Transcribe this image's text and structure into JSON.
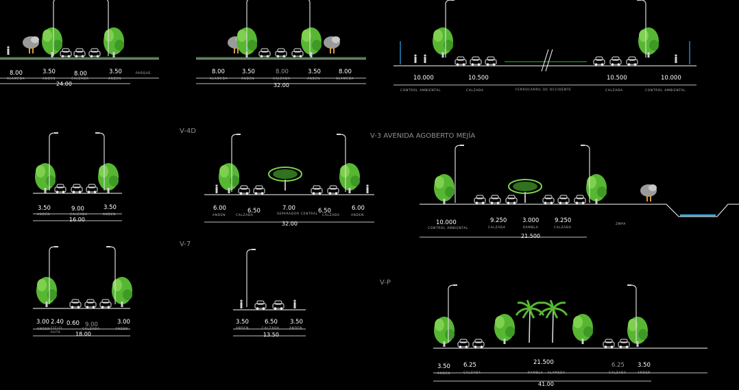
{
  "titles": {
    "v4d": "V-4D",
    "v7": "V-7",
    "v3": "V-3 AVENIDA AGOBERTO MEJÍA",
    "vp": "V-P"
  },
  "colors": {
    "background": "#000000",
    "line": "#ffffff",
    "tree": "#57b733",
    "grass": "#2fbf2f",
    "water": "#29a9e8",
    "title": "#8f8f8f"
  },
  "sections": [
    {
      "id": "s1",
      "dims": [
        {
          "value": "8.00",
          "sub": "ALAMEDA"
        },
        {
          "value": "3.50",
          "sub": "ANDEN"
        },
        {
          "value": "8.00",
          "sub": "CALZADA"
        },
        {
          "value": "3.50",
          "sub": "ANDEN"
        },
        {
          "value": "",
          "sub": "PARQUE"
        }
      ],
      "total": "24.00"
    },
    {
      "id": "s2",
      "dims": [
        {
          "value": "8.00",
          "sub": "ALAMEDA"
        },
        {
          "value": "3.50",
          "sub": "ANDEN"
        },
        {
          "value": "8.00",
          "sub": "CALZADA"
        },
        {
          "value": "3.50",
          "sub": "ANDEN"
        },
        {
          "value": "8.00",
          "sub": "ALAMEDA"
        }
      ],
      "total": "32.00"
    },
    {
      "id": "s3",
      "dims": [
        {
          "value": "10.000",
          "sub": "CONTROL AMBIENTAL"
        },
        {
          "value": "10.500",
          "sub": "CALZADA"
        },
        {
          "value": "",
          "sub": "FERROCARRIL DE OCCIDENTE"
        },
        {
          "value": "10.500",
          "sub": "CALZADA"
        },
        {
          "value": "10.000",
          "sub": "CONTROL AMBIENTAL"
        }
      ],
      "total": ""
    },
    {
      "id": "s4",
      "dims": [
        {
          "value": "3.50",
          "sub": "ANDEN"
        },
        {
          "value": "9.00",
          "sub": "CALZADA"
        },
        {
          "value": "3.50",
          "sub": "ANDEN"
        }
      ],
      "total": "16.00"
    },
    {
      "id": "s5",
      "dims": [
        {
          "value": "6.00",
          "sub": "ANDEN"
        },
        {
          "value": "6.50",
          "sub": "CALZADA"
        },
        {
          "value": "7.00",
          "sub": "SEPARADOR CENTRAL"
        },
        {
          "value": "6.50",
          "sub": "CALZADA"
        },
        {
          "value": "6.00",
          "sub": "ANDEN"
        }
      ],
      "total": "32.00"
    },
    {
      "id": "s6",
      "dims": [
        {
          "value": "10.000",
          "sub": "CONTROL AMBIENTAL"
        },
        {
          "value": "9.250",
          "sub": "CALZADA"
        },
        {
          "value": "3.000",
          "sub": "RAMBLA"
        },
        {
          "value": "9.250",
          "sub": "CALZADA"
        },
        {
          "value": "",
          "sub": "ZMPA"
        }
      ],
      "total": "21.500"
    },
    {
      "id": "s7",
      "dims": [
        {
          "value": "3.00",
          "sub": "ANDEN"
        },
        {
          "value": "2.40",
          "sub": "CICLO RUTA"
        },
        {
          "value": "0.60",
          "sub": ""
        },
        {
          "value": "9.00",
          "sub": "CALZADA"
        },
        {
          "value": "3.00",
          "sub": "ANDEN"
        }
      ],
      "total": "18.00"
    },
    {
      "id": "s8",
      "dims": [
        {
          "value": "3.50",
          "sub": "ANDEN"
        },
        {
          "value": "6.50",
          "sub": "CALZADA"
        },
        {
          "value": "3.50",
          "sub": "ANDEN"
        }
      ],
      "total": "13.50"
    },
    {
      "id": "s9",
      "dims": [
        {
          "value": "3.50",
          "sub": "ANDEN"
        },
        {
          "value": "6.25",
          "sub": "CALZADA"
        },
        {
          "value": "21.500",
          "sub": "RAMBLA - ALAMEDA"
        },
        {
          "value": "6.25",
          "sub": "CALZADA"
        },
        {
          "value": "3.50",
          "sub": "ANDEN"
        }
      ],
      "total": "41.00"
    }
  ]
}
